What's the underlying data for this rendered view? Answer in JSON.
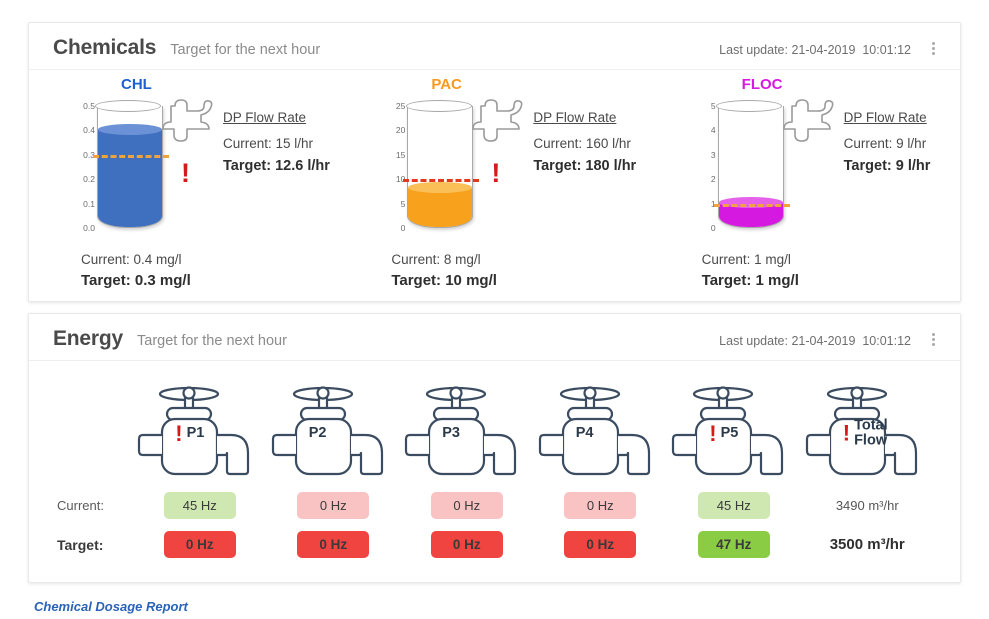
{
  "chemicals": {
    "title": "Chemicals",
    "subtitle": "Target for the next  hour",
    "last_update": "Last update: 21-04-2019  10:01:12",
    "tanks": [
      {
        "name": "CHL",
        "color": "#1f5fd0",
        "fill_color": "#3f6fbf",
        "fill_top_color": "#6b92d6",
        "scale_ticks": [
          "0.5",
          "0.4",
          "0.3",
          "0.2",
          "0.1",
          "0.0"
        ],
        "scale_min": 0.0,
        "scale_max": 0.5,
        "current_level": 0.4,
        "target_level": 0.3,
        "target_line_color": "#f0a33c",
        "warning": true,
        "dp_title": "DP Flow Rate",
        "dp_current": "Current: 15 l/hr",
        "dp_target": "Target: 12.6 l/hr",
        "foot_current": "Current: 0.4 mg/l",
        "foot_target": "Target: 0.3 mg/l"
      },
      {
        "name": "PAC",
        "color": "#f79a1e",
        "fill_color": "#f7a11c",
        "fill_top_color": "#fbbf57",
        "scale_ticks": [
          "25",
          "20",
          "15",
          "10",
          "5",
          "0"
        ],
        "scale_min": 0,
        "scale_max": 25,
        "current_level": 8,
        "target_level": 10,
        "target_line_color": "#e03a1a",
        "warning": true,
        "dp_title": "DP Flow Rate",
        "dp_current": "Current: 160 l/hr",
        "dp_target": "Target: 180 l/hr",
        "foot_current": "Current: 8 mg/l",
        "foot_target": "Target: 10 mg/l"
      },
      {
        "name": "FLOC",
        "color": "#d819e0",
        "fill_color": "#d619e0",
        "fill_top_color": "#e561ea",
        "scale_ticks": [
          "5",
          "4",
          "3",
          "2",
          "1",
          "0"
        ],
        "scale_min": 0,
        "scale_max": 5,
        "current_level": 1,
        "target_level": 1,
        "target_line_color": "#f0a33c",
        "warning": false,
        "dp_title": "DP Flow Rate",
        "dp_current": "Current: 9 l/hr",
        "dp_target": "Target: 9 l/hr",
        "foot_current": "Current: 1 mg/l",
        "foot_target": "Target: 1 mg/l"
      }
    ]
  },
  "energy": {
    "title": "Energy",
    "subtitle": "Target for the next  hour",
    "last_update": "Last update: 21-04-2019  10:01:12",
    "row_labels": {
      "current": "Current:",
      "target": "Target:"
    },
    "pumps": [
      {
        "label": "P1",
        "label2": "",
        "warning": true,
        "current": "45 Hz",
        "current_style": "badge-green-light",
        "target": "0 Hz",
        "target_style": "badge-red"
      },
      {
        "label": "P2",
        "label2": "",
        "warning": false,
        "current": "0 Hz",
        "current_style": "badge-red-light",
        "target": "0 Hz",
        "target_style": "badge-red"
      },
      {
        "label": "P3",
        "label2": "",
        "warning": false,
        "current": "0 Hz",
        "current_style": "badge-red-light",
        "target": "0 Hz",
        "target_style": "badge-red"
      },
      {
        "label": "P4",
        "label2": "",
        "warning": false,
        "current": "0 Hz",
        "current_style": "badge-red-light",
        "target": "0 Hz",
        "target_style": "badge-red"
      },
      {
        "label": "P5",
        "label2": "",
        "warning": true,
        "current": "45 Hz",
        "current_style": "badge-green-light",
        "target": "47 Hz",
        "target_style": "badge-green"
      },
      {
        "label": "Total",
        "label2": "Flow",
        "warning": true,
        "current": "3490 m³/hr",
        "current_style": "plain",
        "target": "3500 m³/hr",
        "target_style": "plain-bold"
      }
    ]
  },
  "footer": {
    "report_link": "Chemical Dosage Report"
  },
  "colors": {
    "badge_green_light": "#cfe8b2",
    "badge_green": "#8bcc45",
    "badge_red_light": "#f9c3c3",
    "badge_red": "#ef4440",
    "warning": "#d41b1b",
    "link": "#2a63b8"
  }
}
